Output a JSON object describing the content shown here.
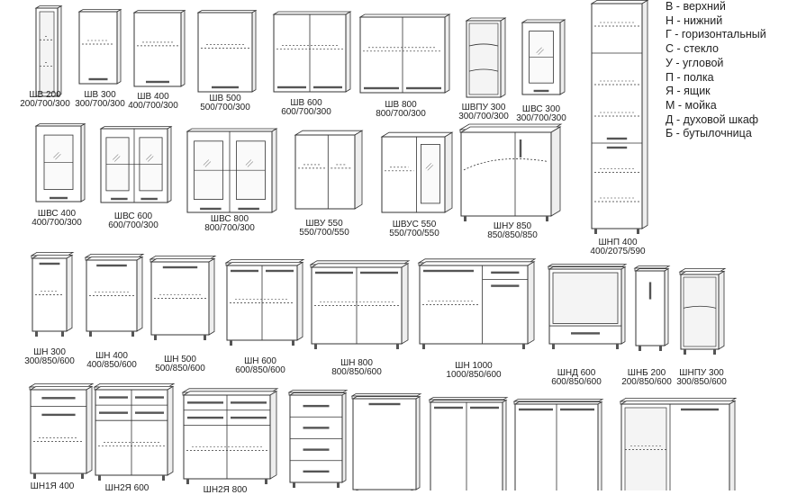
{
  "legend": [
    "В - верхний",
    "Н - нижний",
    "Г - горизонтальный",
    "С - стекло",
    "У - угловой",
    "П - полка",
    "Я - ящик",
    "М - мойка",
    "Д - духовой шкаф",
    "Б - бутылочница"
  ],
  "cabinets": [
    {
      "code": "ШВ 200",
      "size": "200/700/300",
      "kind": "wall-shelves"
    },
    {
      "code": "ШВ 300",
      "size": "300/700/300",
      "kind": "wall-door"
    },
    {
      "code": "ШВ 400",
      "size": "400/700/300",
      "kind": "wall-door"
    },
    {
      "code": "ШВ 500",
      "size": "500/700/300",
      "kind": "wall-door"
    },
    {
      "code": "ШВ 600",
      "size": "600/700/300",
      "kind": "wall-double"
    },
    {
      "code": "ШВ 800",
      "size": "800/700/300",
      "kind": "wall-double"
    },
    {
      "code": "ШВПУ 300",
      "size": "300/700/300",
      "kind": "wall-open-corner"
    },
    {
      "code": "ШВС 300",
      "size": "300/700/300",
      "kind": "wall-glass"
    },
    {
      "code": "ШНП 400",
      "size": "400/2075/590",
      "kind": "tall-pencil"
    },
    {
      "code": "ШВС 400",
      "size": "400/700/300",
      "kind": "wall-glass"
    },
    {
      "code": "ШВС 600",
      "size": "600/700/300",
      "kind": "wall-glass-double"
    },
    {
      "code": "ШВС 800",
      "size": "800/700/300",
      "kind": "wall-glass-double"
    },
    {
      "code": "ШВУ 550",
      "size": "550/700/550",
      "kind": "wall-corner"
    },
    {
      "code": "ШВУС 550",
      "size": "550/700/550",
      "kind": "wall-corner-glass"
    },
    {
      "code": "ШНУ 850",
      "size": "850/850/850",
      "kind": "base-corner"
    },
    {
      "code": "ШН 300",
      "size": "300/850/600",
      "kind": "base-door"
    },
    {
      "code": "ШН 400",
      "size": "400/850/600",
      "kind": "base-door"
    },
    {
      "code": "ШН 500",
      "size": "500/850/600",
      "kind": "base-door"
    },
    {
      "code": "ШН 600",
      "size": "600/850/600",
      "kind": "base-double"
    },
    {
      "code": "ШН 800",
      "size": "800/850/600",
      "kind": "base-double"
    },
    {
      "code": "ШН 1000",
      "size": "1000/850/600",
      "kind": "base-1000"
    },
    {
      "code": "ШНД 600",
      "size": "600/850/600",
      "kind": "base-oven"
    },
    {
      "code": "ШНБ 200",
      "size": "200/850/600",
      "kind": "base-bottle"
    },
    {
      "code": "ШНПУ 300",
      "size": "300/850/600",
      "kind": "base-open-corner"
    },
    {
      "code": "ШН1Я 400",
      "size": "",
      "kind": "base-1drawer"
    },
    {
      "code": "ШН2Я 600",
      "size": "",
      "kind": "base-2drawer"
    },
    {
      "code": "ШН2Я 800",
      "size": "",
      "kind": "base-2drawer"
    },
    {
      "code": "",
      "size": "",
      "kind": "base-4drawer"
    },
    {
      "code": "",
      "size": "",
      "kind": "base-sink"
    },
    {
      "code": "",
      "size": "",
      "kind": "base-sink-double"
    },
    {
      "code": "",
      "size": "",
      "kind": "base-sink-double"
    },
    {
      "code": "",
      "size": "",
      "kind": "base-open-door"
    }
  ]
}
